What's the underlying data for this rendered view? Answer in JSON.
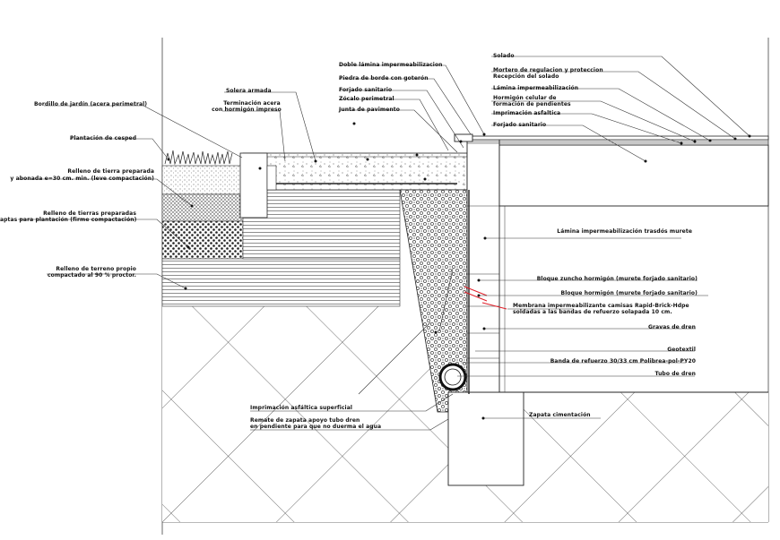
{
  "labels": {
    "solado": "Solado",
    "mortero": "Mortero de regulacion y proteccion",
    "recepcion": "Recepción del solado",
    "lamina_imper": "Lámina impermeabilización",
    "hormigon_celular": "Hormigón celular de",
    "formacion": "formación de pendientes",
    "imprimacion_asfaltica": "Imprimación asfaltica",
    "forjado_sanitario_right": "Forjado sanitario",
    "doble_lamina": "Doble lámina impermeabilizacion",
    "piedra_borde": "Piedra de borde con goterón",
    "forjado_sanitario": "Forjado sanitario",
    "zocalo": "Zócalo perimetral",
    "junta": "Junta de pavimento",
    "solera": "Solera armada",
    "terminacion_1": "Terminación acera",
    "terminacion_2": "con hormigón impreso",
    "bordillo": "Bordillo de jardín (acera perimetral)",
    "plantacion": "Plantación de cesped",
    "relleno_tierra_1": "Relleno de tierra preparada",
    "relleno_tierra_2": "y abonada e=30 cm. min. (leve compactación)",
    "relleno_tierras_1": "Relleno de tierras preparadas",
    "relleno_tierras_2": "aptas para plantación (firme compactación)",
    "relleno_terreno_1": "Relleno de terreno propio",
    "relleno_terreno_2": "compactado al 90 % proctor.",
    "lamina_muro": "Lámina impermeabilización trasdós murete",
    "bloque_zuncho": "Bloque zuncho hormigón (murete forjado sanitario)",
    "bloque_hormigon": "Bloque hormigón (murete forjado sanitario)",
    "membrana_1": "Membrana impermeabilizante camisas Rapid-Brick-Hdpe",
    "membrana_2": "soldadas a las bandas de refuerzo solapada 10 cm.",
    "gravas": "Gravas de dren",
    "geotextil": "Geotextil",
    "banda": "Banda de refuerzo 30/33 cm Polibrea-pol-PY20",
    "tubo": "Tubo de dren",
    "zapata": "Zapata cimentación",
    "imprimacion_superficial": "Imprimación asfáltica superficial",
    "remate_1": "Remate de zapata apoyo tubo dren",
    "remate_2": "en pendiente para que no duerma el agua"
  },
  "colors": {
    "line": "#111111",
    "red": "#e0202a"
  }
}
